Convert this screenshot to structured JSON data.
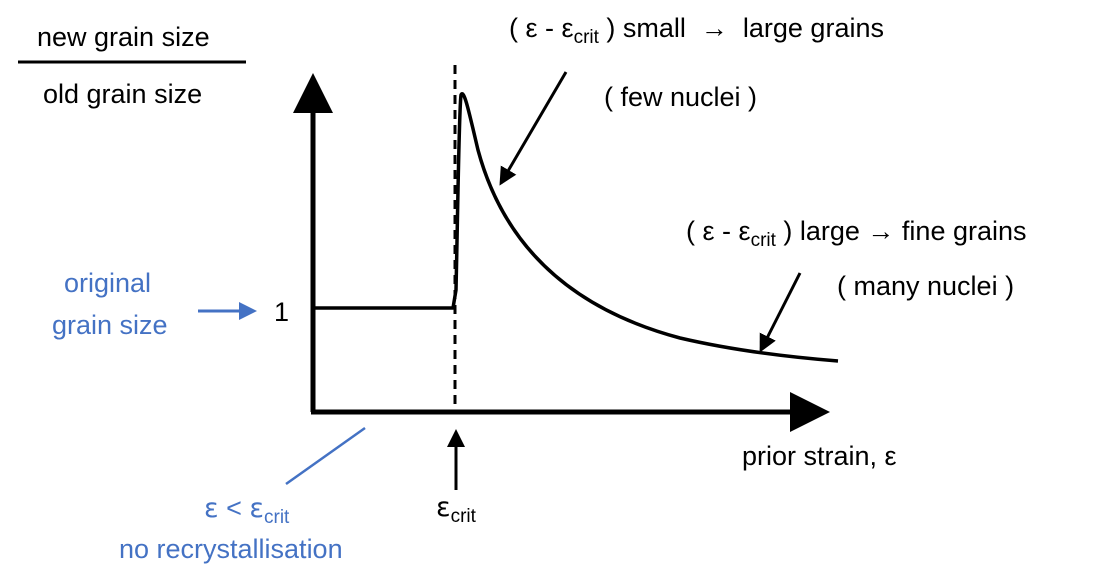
{
  "y_label": {
    "numerator": "new grain size",
    "denominator": "old grain size"
  },
  "x_label": "prior strain, ε",
  "tick_one": "1",
  "eps_symbol": "ε",
  "crit_sub": "crit",
  "original_grain": {
    "line1": "original",
    "line2": "grain size"
  },
  "no_recryst": {
    "eps": "ε",
    "lt": " < ",
    "eps2": "ε",
    "sub": "crit",
    "line2": "no recrystallisation"
  },
  "small_annotation": {
    "pre": "( ε - ε",
    "sub": "crit",
    "post": " ) small  →  large grains",
    "line2": "( few nuclei )"
  },
  "large_annotation": {
    "pre": "( ε - ε",
    "sub": "crit",
    "post": " ) large → fine grains",
    "line2": "( many nuclei )"
  },
  "colors": {
    "ink": "#000000",
    "blue": "#4472c4"
  }
}
